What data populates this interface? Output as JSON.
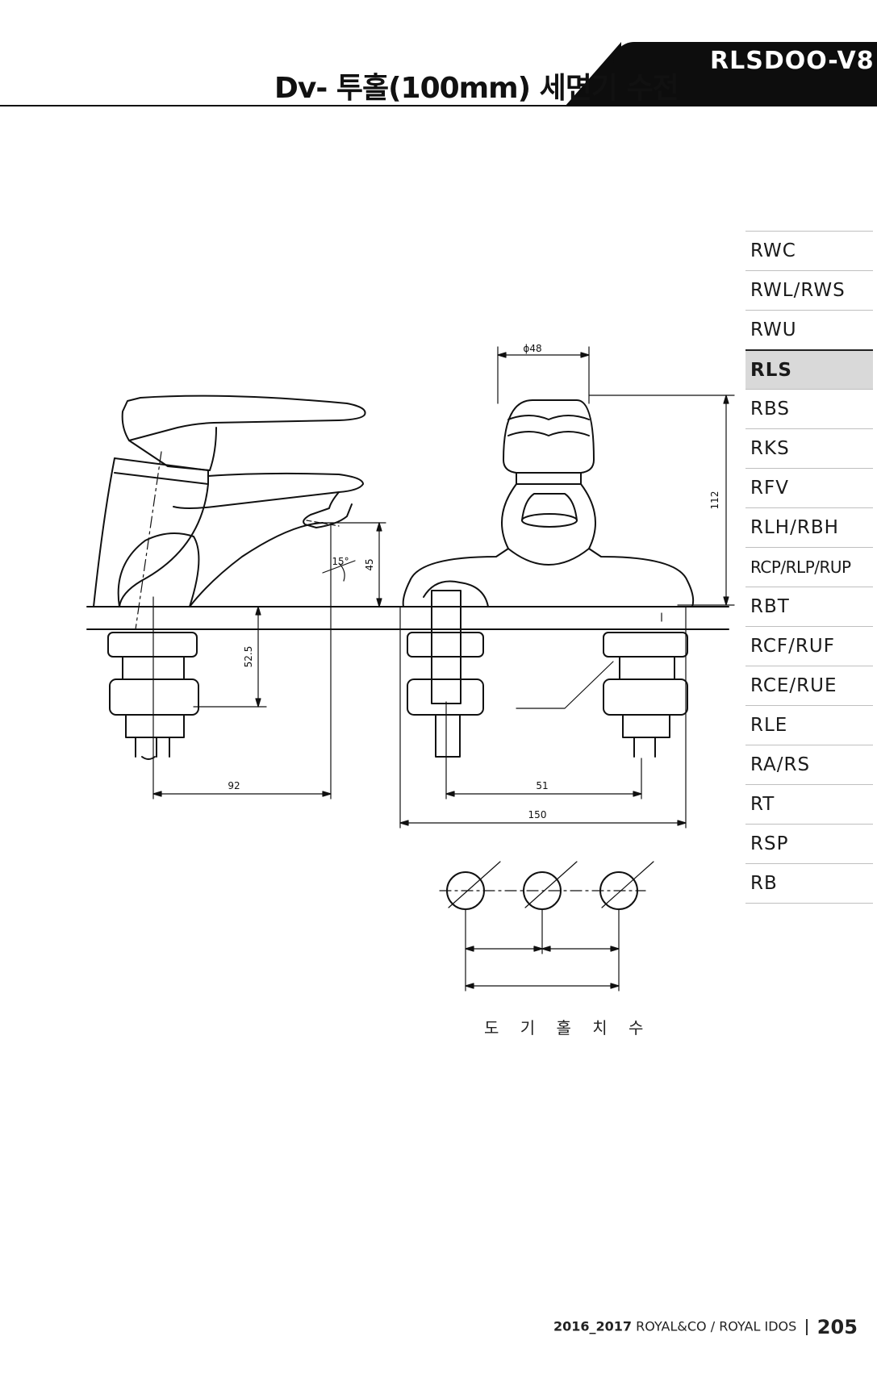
{
  "header": {
    "title": "Dv- 투홀(100mm) 세면기 수전",
    "code": "RLSDOO-V8"
  },
  "side_nav": {
    "items": [
      {
        "label": "RWC"
      },
      {
        "label": "RWL/RWS"
      },
      {
        "label": "RWU"
      },
      {
        "label": "RLS",
        "active": true
      },
      {
        "label": "RBS"
      },
      {
        "label": "RKS"
      },
      {
        "label": "RFV"
      },
      {
        "label": "RLH/RBH"
      },
      {
        "label": "RCP/RLP/RUP"
      },
      {
        "label": "RBT"
      },
      {
        "label": "RCF/RUF"
      },
      {
        "label": "RCE/RUE"
      },
      {
        "label": "RLE"
      },
      {
        "label": "RA/RS"
      },
      {
        "label": "RT"
      },
      {
        "label": "RSP"
      },
      {
        "label": "RB"
      }
    ]
  },
  "drawing": {
    "dims": {
      "diameter": "ϕ48",
      "height": "112",
      "spout_height": "45",
      "angle": "15°",
      "shank": "52.5",
      "reach": "92",
      "hole_spacing": "51",
      "overall_width": "150"
    },
    "caption": "도 기 홀 치 수"
  },
  "footer": {
    "years": "2016_2017",
    "brand": "ROYAL&CO / ROYAL IDOS",
    "page": "205"
  }
}
